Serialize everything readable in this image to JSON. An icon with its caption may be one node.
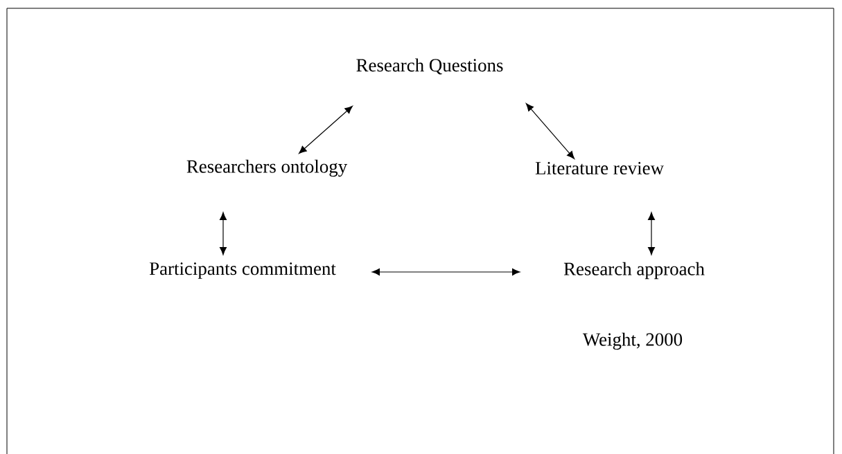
{
  "diagram": {
    "nodes": [
      {
        "text": [
          "Research Questions"
        ]
      },
      {
        "text": [
          "Researchers ontology"
        ]
      },
      {
        "text": [
          "Literature review"
        ]
      },
      {
        "text": [
          "Participants commitment"
        ]
      },
      {
        "text": [
          "Research approach"
        ]
      }
    ],
    "edges": [
      {
        "from": 1,
        "to": 0,
        "arrow": "both"
      },
      {
        "from": 0,
        "to": 2,
        "arrow": "both"
      },
      {
        "from": 1,
        "to": 3,
        "arrow": "both"
      },
      {
        "from": 2,
        "to": 4,
        "arrow": "both"
      },
      {
        "from": 3,
        "to": 4,
        "arrow": "both"
      }
    ],
    "labels": [
      "Weight, 2000"
    ]
  }
}
